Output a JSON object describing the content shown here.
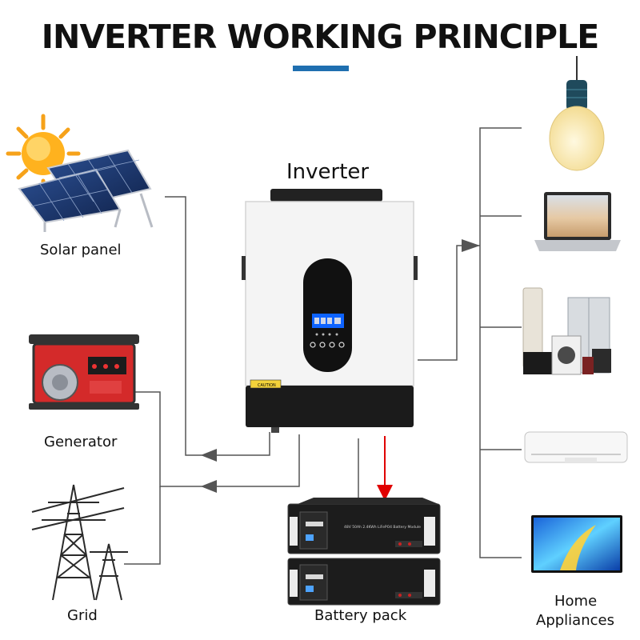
{
  "title": "INVERTER WORKING PRINCIPLE",
  "inverter_label": "Inverter",
  "sources": {
    "solar": "Solar panel",
    "generator": "Generator",
    "grid": "Grid"
  },
  "battery_label": "Battery pack",
  "appliances_label_line1": "Home",
  "appliances_label_line2": "Appliances",
  "screen": {
    "caution_text": "CAUTION",
    "battery_module_text": "48V 50Ah 2.4KWh LiFePO4 Battery Module"
  },
  "colors": {
    "accent": "#1f6fb0",
    "line": "#555555",
    "arrow": "#555555",
    "battery_arrow": "#e00000",
    "generator": "#d42a2a"
  },
  "icons": [
    "sun-icon",
    "solar-panel-icon",
    "generator-icon",
    "transmission-tower-icon",
    "inverter-unit",
    "battery-module-icon",
    "light-bulb-icon",
    "laptop-icon",
    "home-appliances-icon",
    "air-conditioner-icon",
    "television-icon"
  ]
}
